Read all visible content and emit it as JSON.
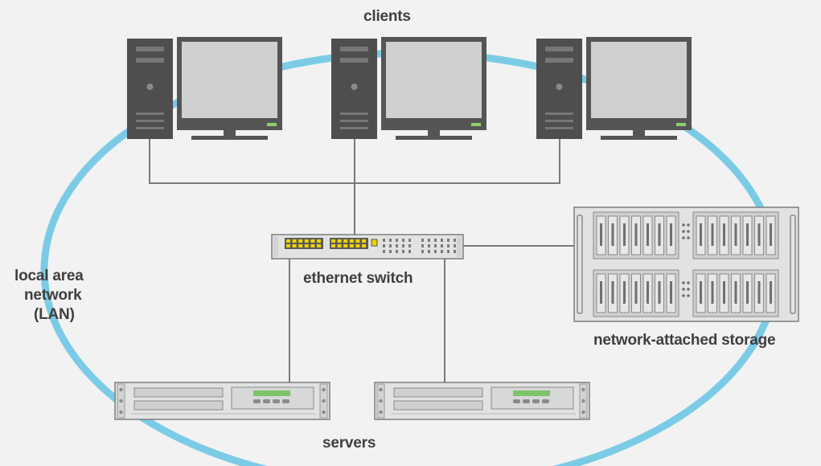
{
  "labels": {
    "clients": "clients",
    "ethernet_switch": "ethernet switch",
    "lan": [
      "local area",
      "network",
      "(LAN)"
    ],
    "nas": "network-attached storage",
    "servers": "servers"
  },
  "colors": {
    "background": "#f2f2f2",
    "lan_ring": "#7bcbe6",
    "cable": "#7a7a7a",
    "tower": "#4e4e4e",
    "monitor_frame": "#555555",
    "monitor_screen": "#cfd0d0",
    "status_led": "#8ed16b",
    "switch_port": "#f0d200",
    "device_panel": "#e1e2e2",
    "device_line": "#7e7e7e",
    "server_display": "#7ec36a",
    "label_text": "#3f3f3f"
  },
  "icons": {
    "client": "desktop-computer-icon",
    "switch": "network-switch-icon",
    "nas": "storage-array-icon",
    "server": "rack-server-icon"
  }
}
